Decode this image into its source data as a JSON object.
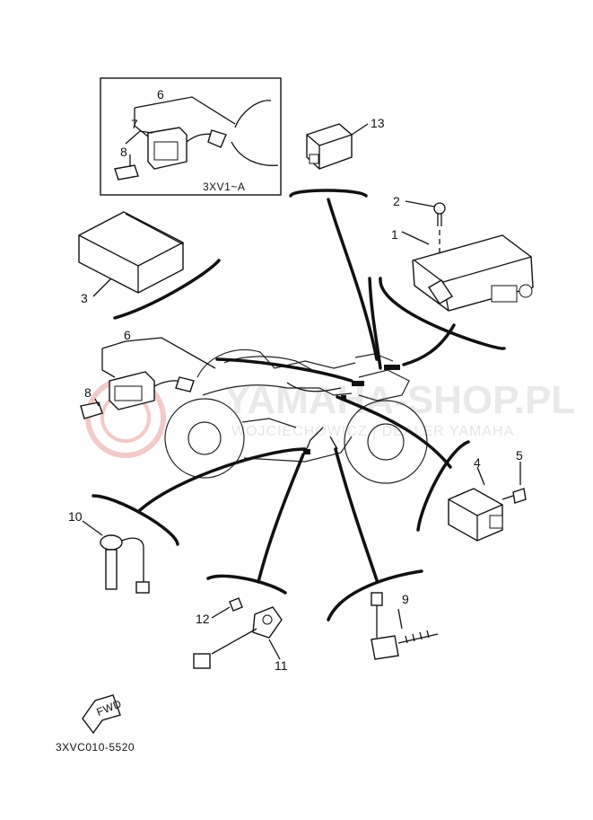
{
  "diagram": {
    "inset_code": "3XV1~A",
    "footer_code": "3XVC010-5520",
    "fwd_label": "FWD",
    "watermark_main": "YAMAHA-SHOP.PL",
    "watermark_sub": "WOJCIECHOWICZ | DEALER YAMAHA",
    "part_labels": {
      "p1": "1",
      "p2": "2",
      "p3": "3",
      "p4": "4",
      "p5": "5",
      "p6_inset": "6",
      "p7": "7",
      "p8_inset": "8",
      "p6": "6",
      "p8": "8",
      "p9": "9",
      "p10": "10",
      "p11": "11",
      "p12": "12",
      "p13": "13"
    }
  }
}
